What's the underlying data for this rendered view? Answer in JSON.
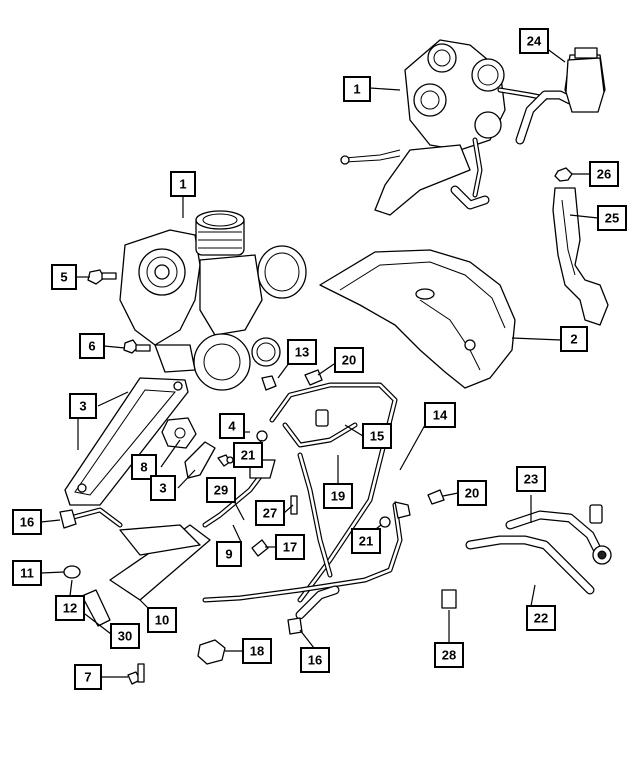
{
  "diagram": {
    "callouts": [
      "1",
      "24",
      "26",
      "25",
      "1",
      "5",
      "2",
      "6",
      "13",
      "20",
      "3",
      "4",
      "14",
      "15",
      "8",
      "21",
      "3",
      "29",
      "19",
      "20",
      "16",
      "27",
      "9",
      "17",
      "21",
      "23",
      "11",
      "12",
      "10",
      "22",
      "30",
      "18",
      "16",
      "28",
      "7"
    ]
  }
}
